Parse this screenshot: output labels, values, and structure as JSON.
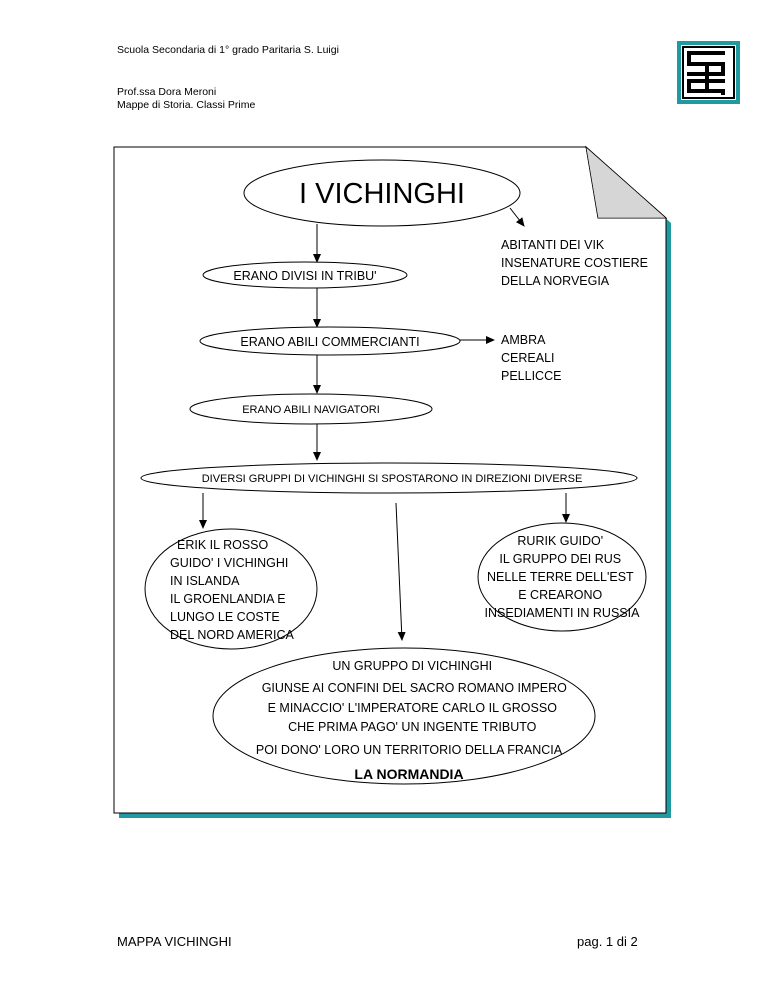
{
  "header": {
    "school": "Scuola Secondaria di 1° grado Paritaria S. Luigi",
    "teacher": "Prof.ssa Dora Meroni",
    "subject": "Mappe di Storia. Classi Prime",
    "logo_text": "SSL",
    "logo_color": "#1f9aa0"
  },
  "map": {
    "title": "I VICHINGHI",
    "abitanti": [
      "ABITANTI DEI VIK",
      "INSENATURE COSTIERE",
      "DELLA NORVEGIA"
    ],
    "tribu": "ERANO DIVISI IN TRIBU'",
    "commercianti": "ERANO ABILI COMMERCIANTI",
    "merci": [
      "AMBRA",
      "CEREALI",
      "PELLICCE"
    ],
    "navigatori": "ERANO ABILI NAVIGATORI",
    "gruppi": "DIVERSI GRUPPI DI VICHINGHI SI SPOSTARONO IN DIREZIONI DIVERSE",
    "erik": [
      "ERIK IL ROSSO",
      "GUIDO' I VICHINGHI",
      "IN ISLANDA",
      "IL GROENLANDIA E",
      "LUNGO LE COSTE",
      "DEL NORD AMERICA"
    ],
    "rurik": [
      "RURIK GUIDO'",
      "IL GRUPPO DEI RUS",
      "NELLE TERRE DELL'EST",
      "E CREARONO",
      "INSEDIAMENTI IN RUSSIA"
    ],
    "normandia": [
      "UN GRUPPO DI VICHINGHI",
      "GIUNSE AI CONFINI DEL SACRO ROMANO IMPERO",
      "E MINACCIO' L'IMPERATORE CARLO IL GROSSO",
      "CHE PRIMA PAGO' UN INGENTE TRIBUTO",
      "POI DONO' LORO UN TERRITORIO DELLA FRANCIA"
    ],
    "normandia_title": "LA NORMANDIA"
  },
  "footer": {
    "left": "MAPPA  VICHINGHI",
    "right": "pag.  1 di  2"
  }
}
